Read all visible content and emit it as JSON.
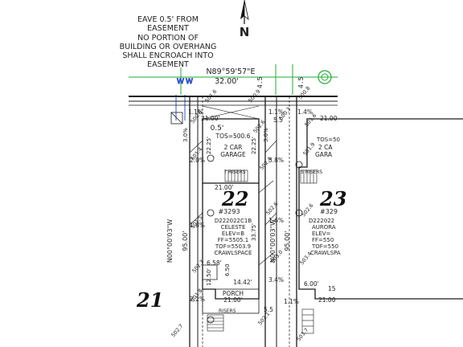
{
  "note": {
    "lines": [
      "EAVE 0.5' FROM",
      "EASEMENT",
      "NO PORTION OF",
      "BUILDING OR OVERHANG",
      "SHALL ENCROACH INTO",
      "EASEMENT"
    ]
  },
  "north_label": "N",
  "bearing": "N89°59'57\"E",
  "bearing_dist": "32.00'",
  "lots": {
    "lot21": "21",
    "lot22": "22",
    "lot22_addr": "#3293",
    "lot23": "23",
    "lot23_addr": "#329"
  },
  "house22": {
    "plan": "D222022C1B",
    "name": "CELESTE",
    "elev": "ELEV=B",
    "ff": "FF=5505.1",
    "tof": "TOF=5503.9",
    "foundation": "CRAWLSPACE",
    "garage_l1": "2 CAR",
    "garage_l2": "GARAGE",
    "risers_top": "7 RISERS",
    "porch": "PORCH",
    "risers_bottom": "RISERS",
    "width_top": "21.00'",
    "width_mid": "21.00'",
    "width_porch": "21.00'",
    "dim_658": "6.58'",
    "dim_1442": "14.42'",
    "dim_650": "6.50",
    "dim_1250": "12.50'",
    "dim_2225": "22.25'",
    "dim_2225b": "22.25'",
    "dim_3375": "33.75'",
    "tos": "TOS=500.6",
    "eave": "0.5'"
  },
  "house23": {
    "plan": "D222022",
    "name": "AURORA",
    "elev": "ELEV=",
    "ff": "FF=550",
    "tof": "TOF=550",
    "foundation": "CRAWLSPA",
    "garage_l1": "2 CA",
    "garage_l2": "GARA",
    "risers": "5 RISERS",
    "tos": "TOS=50",
    "width_top": "21.00",
    "porch_width": "21.00",
    "dim_600": "6.00'",
    "dim_15": "15"
  },
  "lot_lines": {
    "left_bearing": "N00°00'03\"W",
    "left_dist": "95.00'",
    "right_bearing": "N00°00'03\"W",
    "right_dist": "95.00'"
  },
  "side_dims": {
    "l_30": "3.0%",
    "l_20": "2.0%",
    "l_18": "1.8%",
    "l_22": "2.2%",
    "r_30": "3.0%",
    "r_38": "3.8%",
    "r_16": "1.6%",
    "r_34": "3.4%",
    "r_11": "1.1%",
    "r_14": "1.4%",
    "r_55": "5.5",
    "c_45": "4.5",
    "c_55": "5.5",
    "c_11": "1.1%"
  },
  "elevations": {
    "e1": "501.6",
    "e2": "500.9",
    "e3": "500.8",
    "e4": "501.4",
    "e5": "501.5",
    "e6": "502.4",
    "e7": "502.6",
    "e8": "503.0",
    "e9": "502.6",
    "e10": "502.1",
    "e11": "502.3",
    "e12": "502.7",
    "e13": "501.9",
    "e14": "501.6",
    "e15": "500.6",
    "e16": "500.3",
    "e17": "502.6",
    "e18": "501.8",
    "e19": "503.4",
    "e20": "503.7"
  },
  "colors": {
    "ink": "#1a1a1a",
    "easement_green": "#22aa33",
    "utility_blue": "#3355cc"
  }
}
